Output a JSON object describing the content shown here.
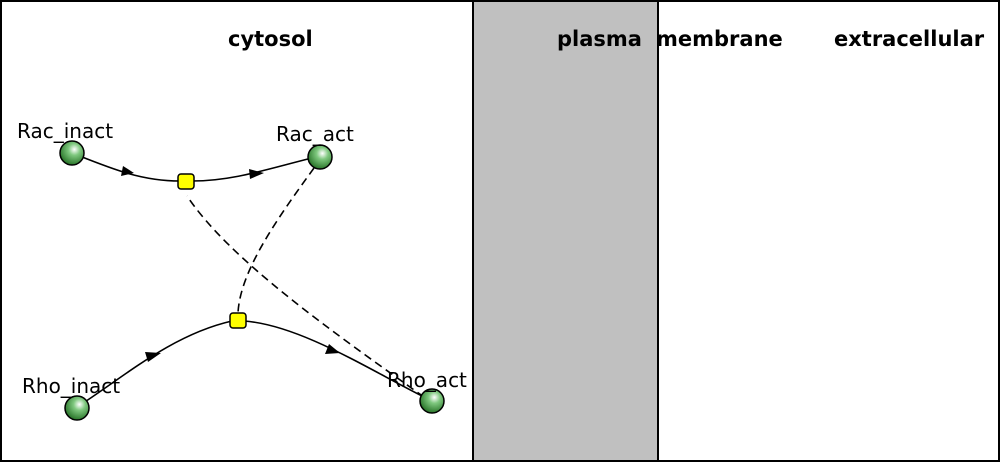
{
  "compartments": {
    "cytosol": {
      "label": "cytosol"
    },
    "plasma_membrane": {
      "label_left": "plasma",
      "label_right": "membrane",
      "fill": "#c0c0c0"
    },
    "extracellular": {
      "label": "extracellular"
    }
  },
  "species": {
    "rac_inact": {
      "label": "Rac_inact"
    },
    "rac_act": {
      "label": "Rac_act"
    },
    "rho_inact": {
      "label": "Rho_inact"
    },
    "rho_act": {
      "label": "Rho_act"
    }
  },
  "colors": {
    "node_fill": "#2e8b2e",
    "reaction_fill": "#ffff00",
    "membrane_fill": "#c0c0c0",
    "line": "#000000"
  }
}
